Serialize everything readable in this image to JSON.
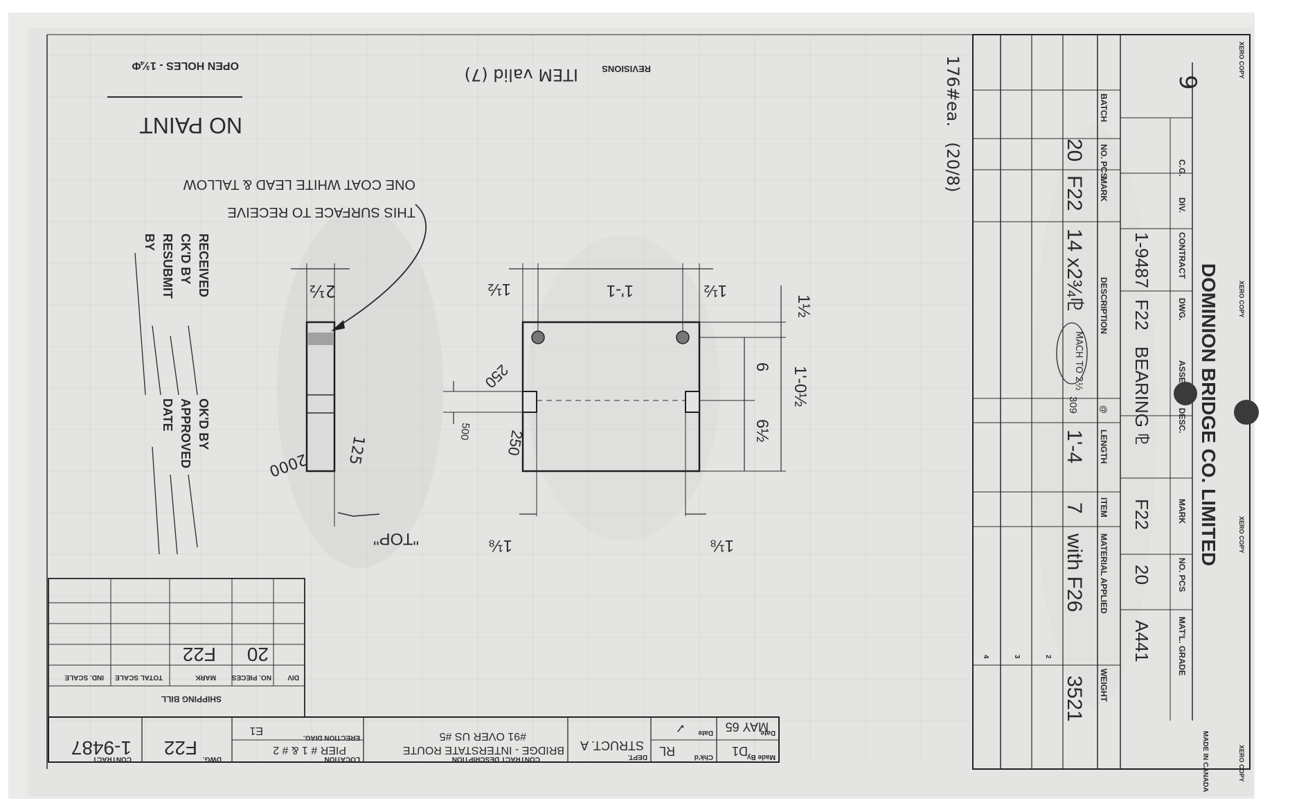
{
  "title_block": {
    "company": "DOMINION BRIDGE CO. LIMITED",
    "made_in": "MADE IN CANADA",
    "headers": [
      "C.G.",
      "DIV.",
      "CONTRACT",
      "DWG.",
      "ASSEMBLY DESC.",
      "MARK",
      "NO. PCS",
      "MAT'L. GRADE"
    ],
    "values": [
      "",
      "",
      "1-9487",
      "F22",
      "BEARING ⅊",
      "F22",
      "20",
      "A441"
    ],
    "page_no": "9"
  },
  "bill": {
    "headers": [
      "BATCH",
      "NO. PCS.",
      "MARK",
      "DESCRIPTION",
      "@",
      "LENGTH",
      "ITEM",
      "MATERIAL APPLIED",
      "WEIGHT"
    ],
    "row": {
      "batch": "",
      "pcs": "20",
      "mark": "F22",
      "description": "14 x2¾⅊",
      "mach": "MACH TO 2½",
      "at": "309",
      "length": "1'-4",
      "item": "7",
      "material": "with F26",
      "weight": "3521"
    },
    "row_numbers": [
      "4",
      "3",
      "2"
    ],
    "side_note": "176#ea.",
    "side_note2": "(20/8)"
  },
  "xerox_stamp": "XERO COPY",
  "notes": {
    "open_holes": "OPEN HOLES - 1¾Φ",
    "no_paint": "NO PAINT",
    "revisions": "REVISIONS",
    "revision_text": "ITEM valid (7)",
    "surface_1": "THIS SURFACE TO RECEIVE",
    "surface_2": "ONE COAT WHITE LEAD & TALLOW",
    "top": "\"TOP\""
  },
  "approvals": {
    "received": "RECEIVED",
    "ckd_by": "CK'D BY",
    "resubmit": "RESUBMIT",
    "by": "BY",
    "okd_by": "OK'D BY",
    "approved": "APPROVED",
    "date": "DATE"
  },
  "dims": {
    "d1": "1½",
    "d2": "1'-1",
    "d3": "1½",
    "d4": "1½",
    "d5": "1'-0½",
    "d6": "6",
    "d7": "6½",
    "d8": "1⅛",
    "d9": "1⅛",
    "d10": "2½",
    "b1": "250",
    "b2": "250",
    "b3": "500",
    "b4": "125",
    "b5": "2000"
  },
  "shipping_bill": {
    "title": "SHIPPING BILL",
    "headers": [
      "DIV",
      "NO. PIECES",
      "MARK",
      "TOTAL SCALE",
      "IND. SCALE"
    ],
    "row": [
      "",
      "20",
      "F22",
      "",
      ""
    ]
  },
  "footer": {
    "made_by_label": "Made By",
    "made_by": "D1",
    "date_label": "Date",
    "date": "MAY 65",
    "chkd_label": "Chk'd",
    "chkd": "RL",
    "date2_label": "Date",
    "date2": "✓",
    "dept_label": "DEPT.",
    "dept": "STRUCT. A",
    "contract_desc_label": "CONTRACT DESCRIPTION",
    "contract_desc_1": "BRIDGE - INTERSTATE ROUTE",
    "contract_desc_2": "#91 OVER US #5",
    "location_label": "LOCATION",
    "location": "PIER # 1 & # 2",
    "erection_label": "ERECTION DIAG.",
    "erection": "E1",
    "dwg_label": "DWG.",
    "dwg": "F22",
    "contract_label": "CONTRACT",
    "contract": "1-9487"
  }
}
